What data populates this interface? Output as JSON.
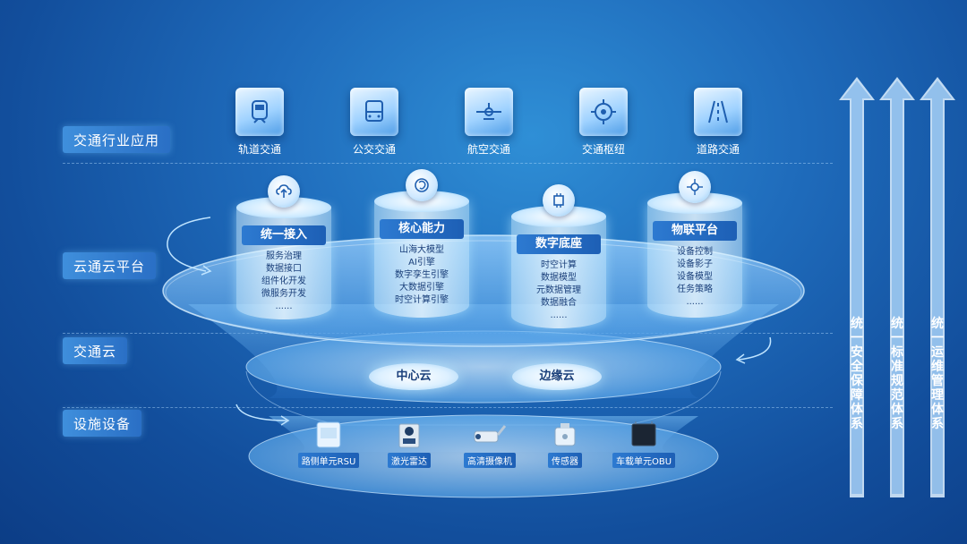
{
  "layers": {
    "apps": "交通行业应用",
    "platform": "云通云平台",
    "cloud": "交通云",
    "facility": "设施设备"
  },
  "apps": [
    {
      "label": "轨道交通",
      "icon": "train-icon"
    },
    {
      "label": "公交交通",
      "icon": "bus-icon"
    },
    {
      "label": "航空交通",
      "icon": "airplane-icon"
    },
    {
      "label": "交通枢纽",
      "icon": "hub-icon"
    },
    {
      "label": "道路交通",
      "icon": "road-icon"
    }
  ],
  "modules": [
    {
      "title": "统一接入",
      "icon": "cloud-upload-icon",
      "items": [
        "服务治理",
        "数据接口",
        "组件化开发",
        "微服务开发",
        "......"
      ]
    },
    {
      "title": "核心能力",
      "icon": "brain-icon",
      "items": [
        "山海大模型",
        "AI引擎",
        "数字孪生引擎",
        "大数据引擎",
        "时空计算引擎"
      ]
    },
    {
      "title": "数字底座",
      "icon": "chip-icon",
      "items": [
        "时空计算",
        "数据模型",
        "元数据管理",
        "数据融合",
        "......"
      ]
    },
    {
      "title": "物联平台",
      "icon": "network-icon",
      "items": [
        "设备控制",
        "设备影子",
        "设备模型",
        "任务策略",
        "......"
      ]
    }
  ],
  "clouds": {
    "center": "中心云",
    "edge": "边缘云"
  },
  "devices": [
    {
      "label": "路侧单元RSU",
      "icon": "rsu-icon"
    },
    {
      "label": "激光雷达",
      "icon": "lidar-icon"
    },
    {
      "label": "高清摄像机",
      "icon": "camera-icon"
    },
    {
      "label": "传感器",
      "icon": "sensor-icon"
    },
    {
      "label": "车载单元OBU",
      "icon": "obu-icon"
    }
  ],
  "systems": [
    "统一安全保障体系",
    "统一标准规范体系",
    "统一运维管理体系"
  ],
  "colors": {
    "accent": "#2d7ad1",
    "text_dark": "#1a3f7a"
  }
}
